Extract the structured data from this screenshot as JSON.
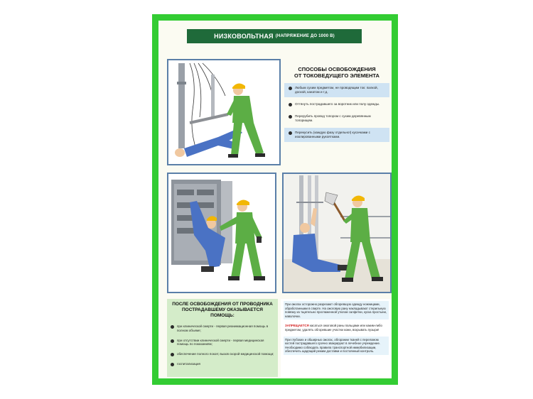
{
  "poster": {
    "title": "НИЗКОВОЛЬТНАЯ",
    "subtitle": "(НАПРЯЖЕНИЕ ДО 1000 В)"
  },
  "methods": {
    "title_line1": "СПОСОБЫ ОСВОБОЖДЕНИЯ",
    "title_line2": "ОТ ТОКОВЕДУЩЕГО ЭЛЕМЕНТА",
    "items": [
      "Любым сухим предметом, не проводящим ток: палкой, доской, канатом и т.д.",
      "Оттянуть пострадавшего за воротник или полу одежды.",
      "Перерубить провод топором с сухим деревянным топорищем.",
      "Перекусить (каждую фазу отдельно!) кусачками с изолированными рукоятками."
    ]
  },
  "aid": {
    "title_line1": "ПОСЛЕ ОСВОБОЖДЕНИЯ ОТ ПРОВОДНИКА",
    "title_line2": "ПОСТРАДАВШЕМУ ОКАЗЫВАЕТСЯ ПОМОЩЬ:",
    "items": [
      "при клинической смерти - первая реанимационная помощь в полном объеме;",
      "при отсутствии клинической смерти - первая медицинская помощь по показаниям;",
      "обеспечение полного покоя; вызов скорой медицинской помощи;",
      "госпитализация"
    ]
  },
  "burns": {
    "para1": "При ожогах осторожно разрезают обгоревшую одежду ножницами, обработанными в спирте. На ожоговую рану накладывают стерильную повязку из тщательно проглаженной утюгом салфетки, куска простыни, наволочки.",
    "warning_word": "ЗАПРЕЩАЕТСЯ",
    "para2_rest": "касаться ожоговой раны пальцами или каким-либо предметом, удалять обгоревшие участки кожи, вскрывать пузыри!",
    "para3": "При глубоких и обширных ожогах, обгорании тканей с переломом костей пострадавшего срочно эвакуируют в лечебное учреждение. Необходимо соблюдать правила транспортной иммобилизации, обеспечить щадящий режим доставки и постоянный контроль."
  },
  "colors": {
    "poster_border": "#33cc33",
    "title_bar": "#1f6a3a",
    "panel_border": "#5a7fa8",
    "worker_suit": "#5cae45",
    "victim_suit": "#4a72c4",
    "helmet": "#f2b705",
    "warning": "#d21c1c"
  }
}
